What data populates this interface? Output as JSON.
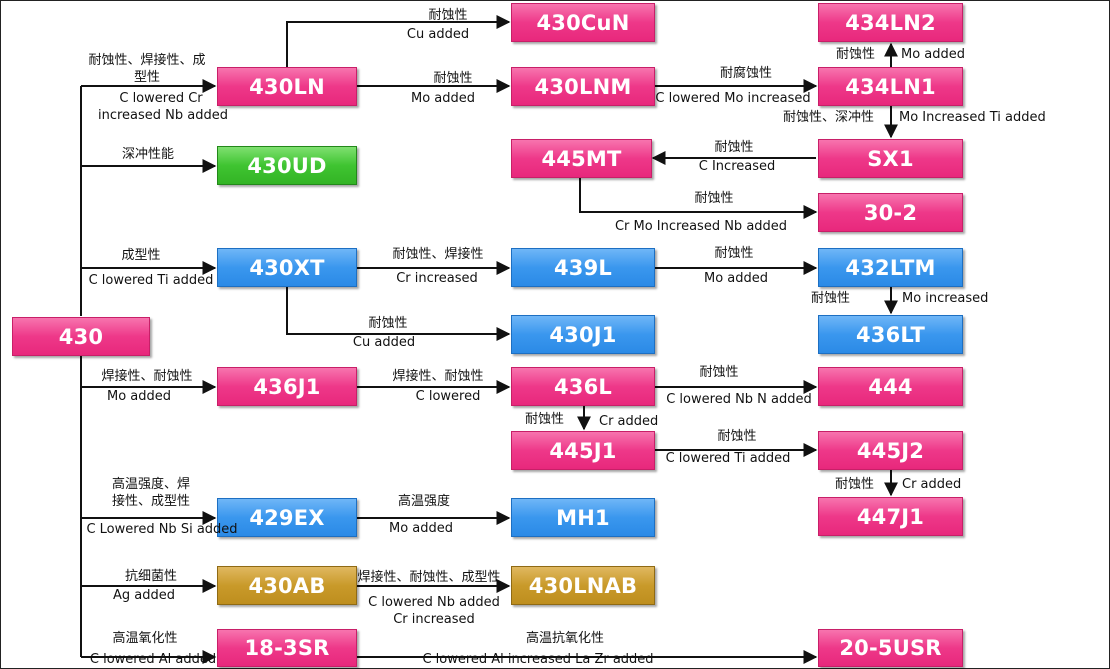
{
  "colors": {
    "pink": "#ee3889",
    "blue": "#3a97ee",
    "green": "#3fc431",
    "gold": "#c99a2a",
    "line": "#111111"
  },
  "nodes": {
    "n430": "430",
    "n430LN": "430LN",
    "n430CuN": "430CuN",
    "n430LNM": "430LNM",
    "n434LN2": "434LN2",
    "n434LN1": "434LN1",
    "n430UD": "430UD",
    "n445MT": "445MT",
    "nSX1": "SX1",
    "n30_2": "30-2",
    "n430XT": "430XT",
    "n439L": "439L",
    "n432LTM": "432LTM",
    "n430J1": "430J1",
    "n436LT": "436LT",
    "n436J1": "436J1",
    "n436L": "436L",
    "n444": "444",
    "n445J1": "445J1",
    "n445J2": "445J2",
    "n447J1": "447J1",
    "n429EX": "429EX",
    "nMH1": "MH1",
    "n430AB": "430AB",
    "n430LNAB": "430LNAB",
    "n18_3SR": "18-3SR",
    "n20_5USR": "20-5USR"
  },
  "labels": {
    "to430LN_top": "耐蚀性、焊接性、成",
    "to430LN_top2": "型性",
    "to430LN_bot": "C lowered Cr",
    "to430LN_bot2": "increased Nb added",
    "to430CuN_top": "耐蚀性",
    "to430CuN_bot": "Cu added",
    "to430LNM_top": "耐蚀性",
    "to430LNM_bot": "Mo added",
    "to434LN1_top": "耐腐蚀性",
    "to434LN1_bot": "C lowered Mo increased",
    "to434LN2_left": "耐蚀性",
    "to434LN2_right": "Mo added",
    "toSX1_left": "耐蚀性、深冲性",
    "toSX1_right": "Mo Increased Ti added",
    "to430UD_top": "深冲性能",
    "to445MT_top": "耐蚀性",
    "to445MT_bot": "C Increased",
    "to30_2_top": "耐蚀性",
    "to30_2_bot": "Cr Mo Increased Nb added",
    "to430XT_top": "成型性",
    "to430XT_bot": "C lowered Ti added",
    "to439L_top": "耐蚀性、焊接性",
    "to439L_bot": "Cr increased",
    "to432LTM_top": "耐蚀性",
    "to432LTM_bot": "Mo added",
    "to436LT_left": "耐蚀性",
    "to436LT_right": "Mo increased",
    "to430J1_top": "耐蚀性",
    "to430J1_bot": "Cu added",
    "to436J1_top": "焊接性、耐蚀性",
    "to436J1_bot": "Mo added",
    "to436L_top": "焊接性、耐蚀性",
    "to436L_bot": "C lowered",
    "to444_top": "耐蚀性",
    "to444_bot": "C lowered Nb  N added",
    "to445J1_left": "耐蚀性",
    "to445J1_right": "Cr added",
    "to445J2_top": "耐蚀性",
    "to445J2_bot": "C lowered Ti added",
    "to447J1_left": "耐蚀性",
    "to447J1_right": "Cr added",
    "to429EX_top": "高温强度、焊",
    "to429EX_top2": "接性、成型性",
    "to429EX_bot": "C Lowered Nb Si added",
    "toMH1_top": "高温强度",
    "toMH1_bot": "Mo added",
    "to430AB_top": "抗细菌性",
    "to430AB_bot": "Ag added",
    "to430LNAB_top": "焊接性、耐蚀性、成型性",
    "to430LNAB_bot": "C lowered Nb added",
    "to430LNAB_bot2": "Cr increased",
    "to18_3SR_top": "高温氧化性",
    "to18_3SR_bot": "C lowered Al added",
    "to20_5USR_top": "高温抗氧化性",
    "to20_5USR_bot": "C lowered Al increased La Zr added"
  }
}
